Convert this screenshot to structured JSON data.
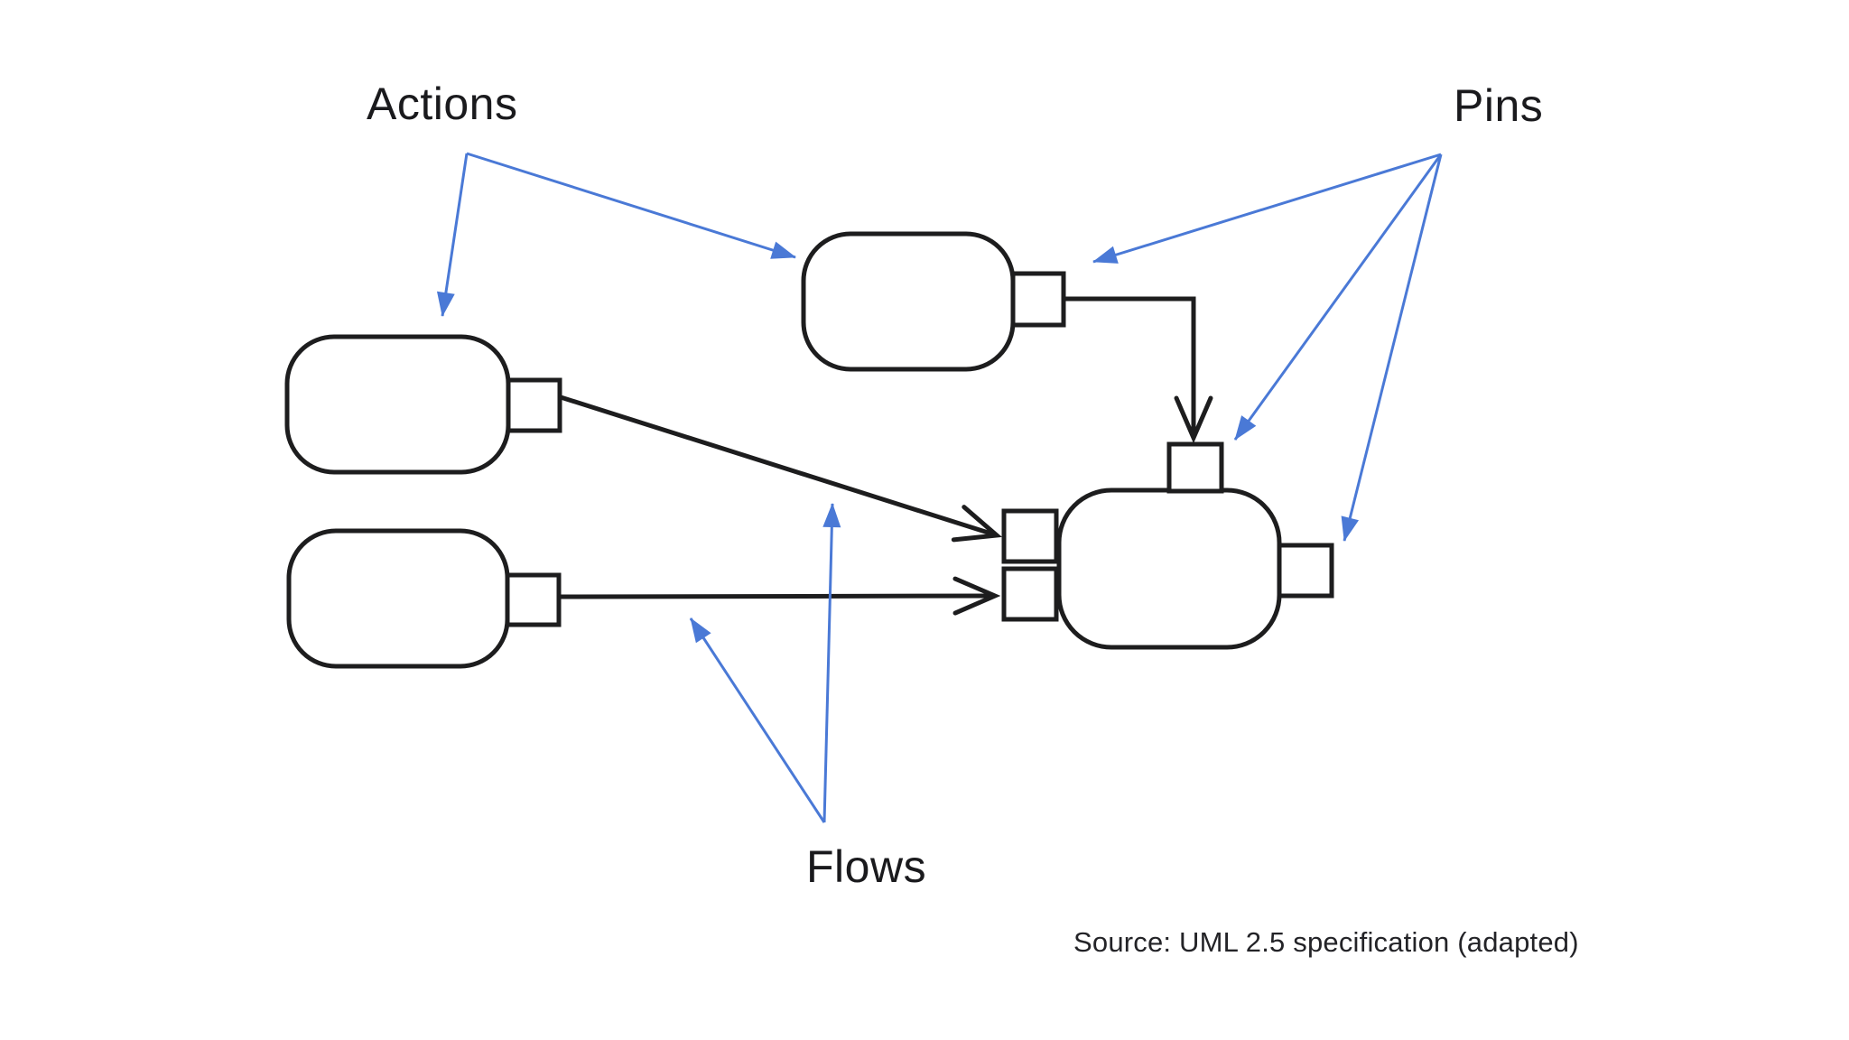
{
  "labels": {
    "actions": "Actions",
    "pins": "Pins",
    "flows": "Flows",
    "source": "Source: UML 2.5 specification (adapted)"
  },
  "colors": {
    "background": "#ffffff",
    "line": "#1d1d1e",
    "annotation": "#4a79d6",
    "text": "#1a1a1d"
  },
  "diagram": {
    "type": "uml-activity-notation-legend",
    "actions": [
      {
        "id": "action-top-center",
        "pins": [
          {
            "side": "right"
          }
        ]
      },
      {
        "id": "action-left-top",
        "pins": [
          {
            "side": "right"
          }
        ]
      },
      {
        "id": "action-left-bottom",
        "pins": [
          {
            "side": "right"
          }
        ]
      },
      {
        "id": "action-main",
        "pins": [
          {
            "side": "top"
          },
          {
            "side": "left",
            "index": 1
          },
          {
            "side": "left",
            "index": 2
          },
          {
            "side": "right"
          }
        ]
      }
    ],
    "flows": [
      {
        "from": "action-top-center.right-pin",
        "to": "action-main.top-pin",
        "shape": "elbow"
      },
      {
        "from": "action-left-top.right-pin",
        "to": "action-main.left-pin-1",
        "shape": "diagonal"
      },
      {
        "from": "action-left-bottom.right-pin",
        "to": "action-main.left-pin-2",
        "shape": "straight"
      }
    ],
    "callouts": [
      {
        "label": "Actions",
        "arrow_count": 2,
        "points_to": [
          "action-left-top",
          "action-top-center"
        ]
      },
      {
        "label": "Pins",
        "arrow_count": 3,
        "points_to": [
          "action-top-center.right-pin",
          "action-main.top-pin",
          "action-main.right-pin"
        ]
      },
      {
        "label": "Flows",
        "arrow_count": 2,
        "points_to": [
          "flow-straight",
          "flow-diagonal"
        ]
      }
    ]
  }
}
